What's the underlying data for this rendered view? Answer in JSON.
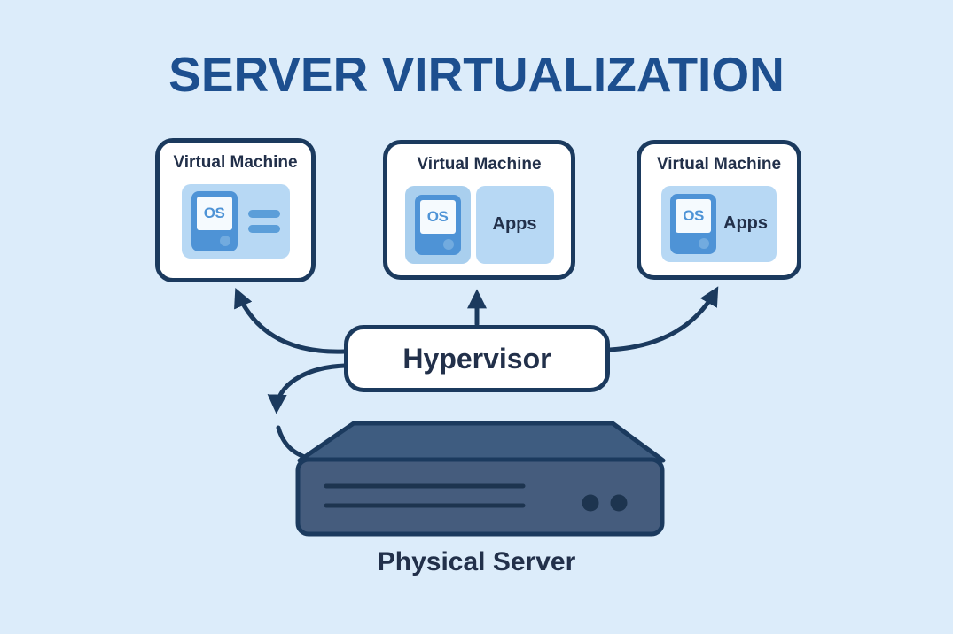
{
  "title": "SERVER VIRTUALIZATION",
  "colors": {
    "bg": "#dcecfa",
    "navy": "#1b3a5e",
    "title": "#1d4f8f",
    "dark": "#22304a",
    "panel": "#b7d8f4",
    "paneldark": "#a9cfee",
    "device": "#4e93d6",
    "screen": "#f5fafe",
    "bar": "#5b9ed9",
    "dot": "#72abdf",
    "lid": "#3e5c80",
    "face": "#455c7d",
    "detail": "#1d344f",
    "boxbg": "#ffffff"
  },
  "vms": [
    {
      "title": "Virtual Machine",
      "os": "OS"
    },
    {
      "title": "Virtual Machine",
      "os": "OS",
      "apps": "Apps"
    },
    {
      "title": "Virtual Machine",
      "os": "OS",
      "apps": "Apps"
    }
  ],
  "hypervisor": {
    "label": "Hypervisor"
  },
  "physical_server": {
    "label": "Physical Server"
  },
  "icons": {
    "os_device": "os-device-icon",
    "app_lines": "app-lines-icon",
    "server": "server-chassis-icon"
  }
}
